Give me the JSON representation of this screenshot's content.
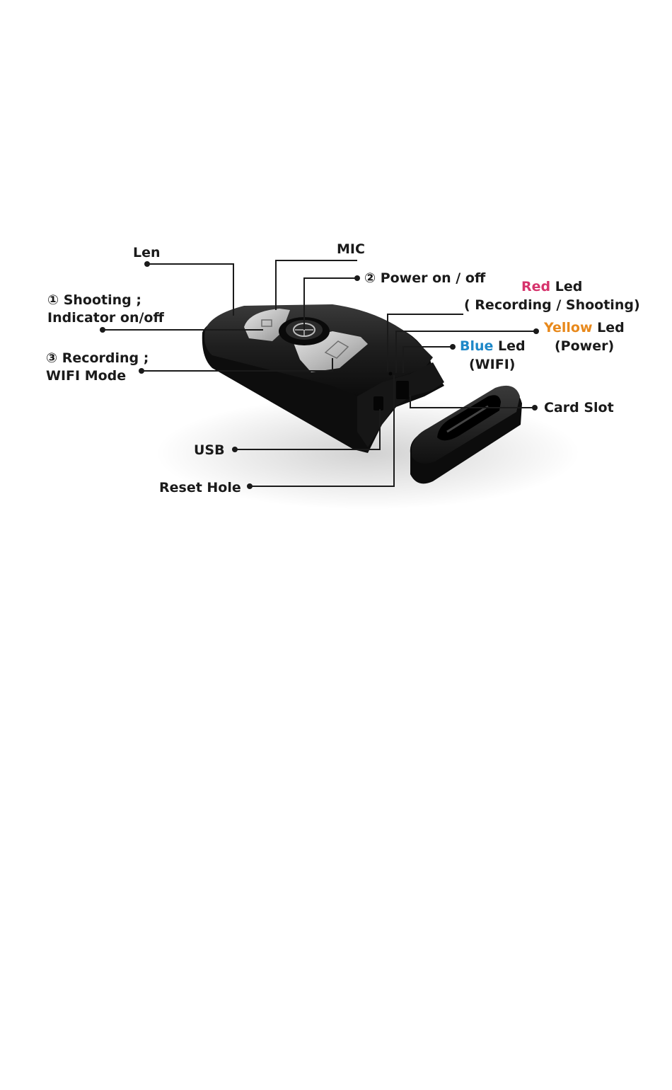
{
  "colors": {
    "text": "#1a1a1a",
    "red_accent": "#d6336c",
    "yellow_accent": "#e8891c",
    "blue_accent": "#1e88c8",
    "device_body": "#1c1c1c",
    "button_silver": "#c9c9c9"
  },
  "labels": {
    "len": "Len",
    "mic": "MIC",
    "power": "② Power on / off",
    "shooting_line1": "① Shooting ;",
    "shooting_line2": "Indicator on/off",
    "recording_line1": "③ Recording ;",
    "recording_line2": "WIFI Mode",
    "red_led_color": "Red",
    "red_led_word": " Led",
    "red_led_desc": "( Recording / Shooting)",
    "yellow_led_color": "Yellow",
    "yellow_led_word": " Led",
    "yellow_led_desc": "(Power)",
    "blue_led_color": "Blue",
    "blue_led_word": " Led",
    "blue_led_desc": "(WIFI)",
    "card_slot": "Card Slot",
    "usb": "USB",
    "reset_hole": "Reset Hole"
  }
}
